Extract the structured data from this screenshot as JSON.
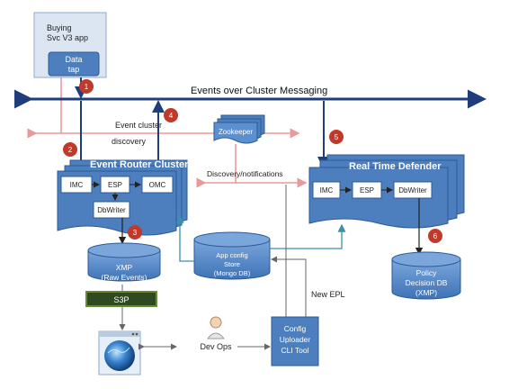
{
  "nodes": {
    "buying_app": {
      "line1": "Buying",
      "line2": "Svc V3 app"
    },
    "data_tap": {
      "line1": "Data",
      "line2": "tap"
    },
    "bus": {
      "label": "Events over Cluster Messaging"
    },
    "event_cluster_discovery": {
      "line1": "Event cluster",
      "line2": "discovery"
    },
    "zookeeper": {
      "label": "Zookeeper"
    },
    "event_router": {
      "title": "Event Router Cluster",
      "imc": "IMC",
      "esp": "ESP",
      "omc": "OMC",
      "dbwriter": "DbWriter"
    },
    "discovery_notifications": {
      "label": "Discovery/notifications"
    },
    "real_time_defender": {
      "title": "Real Time Defender",
      "imc": "IMC",
      "esp": "ESP",
      "dbwriter": "DbWriter"
    },
    "xmp_raw": {
      "line1": "XMP",
      "line2": "(Raw Events)"
    },
    "app_config_store": {
      "line1": "App config",
      "line2": "Store",
      "line3": "(Mongo DB)"
    },
    "policy_db": {
      "line1": "Policy",
      "line2": "Decision DB",
      "line3": "(XMP)"
    },
    "s3p": {
      "label": "S3P"
    },
    "dev_ops": {
      "label": "Dev Ops"
    },
    "config_uploader": {
      "line1": "Config",
      "line2": "Uploader",
      "line3": "CLI Tool"
    },
    "new_epl": {
      "label": "New EPL"
    }
  },
  "badges": [
    "1",
    "2",
    "3",
    "4",
    "5",
    "6"
  ],
  "colors": {
    "box_fill": "#4d7fbf",
    "box_stroke": "#2b5a96",
    "inner_fill": "#ffffff",
    "bus": "#1f3d7a",
    "pink_line": "#e89a9a",
    "badge": "#c0392b",
    "db_fill": "#5b8fd0",
    "s3p_fill": "#2f4a1f",
    "text_dark": "#222222"
  }
}
